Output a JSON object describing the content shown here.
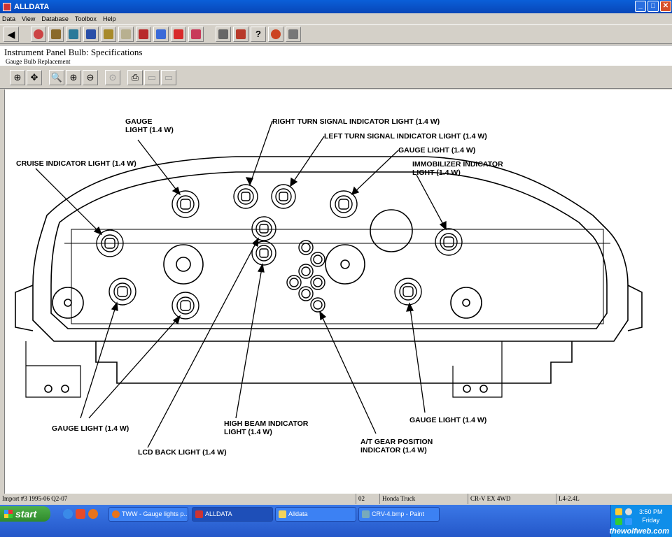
{
  "window": {
    "title": "ALLDATA",
    "min": "_",
    "max": "□",
    "close": "✕"
  },
  "menu": [
    "Data",
    "View",
    "Database",
    "Toolbox",
    "Help"
  ],
  "header": {
    "title": "Instrument Panel Bulb:  Specifications",
    "subtitle": "Gauge Bulb Replacement"
  },
  "toolbar_icons": [
    "back-arrow-icon",
    "vehicle-icon",
    "folder-icon",
    "search-icon",
    "tsb-icon",
    "wiring-icon",
    "notes-icon",
    "book-icon",
    "pencil-icon",
    "new-car-icon",
    "car-icon",
    "print-icon",
    "toolbox-icon",
    "help-icon",
    "settings-icon",
    "database-icon"
  ],
  "toolbar2_icons": [
    "zoom-in-icon",
    "pan-icon",
    "zoom-area-icon",
    "zoom-plus-icon",
    "zoom-minus-icon",
    "zoom-reset-icon",
    "print-icon",
    "prev-page-icon",
    "next-page-icon"
  ],
  "diagram": {
    "labels": {
      "gauge_top_1": "GAUGE",
      "gauge_top_2": "LIGHT (1.4 W)",
      "right_turn": "RIGHT TURN SIGNAL INDICATOR LIGHT (1.4 W)",
      "left_turn": "LEFT TURN SIGNAL INDICATOR LIGHT (1.4 W)",
      "gauge_right_top": "GAUGE LIGHT (1.4 W)",
      "cruise": "CRUISE INDICATOR LIGHT (1.4 W)",
      "immobilizer_1": "IMMOBILIZER INDICATOR",
      "immobilizer_2": "LIGHT (1.4 W)",
      "gauge_bottom_left": "GAUGE LIGHT (1.4 W)",
      "lcd": "LCD BACK LIGHT (1.4 W)",
      "high_beam_1": "HIGH BEAM INDICATOR",
      "high_beam_2": "LIGHT (1.4 W)",
      "at_gear_1": "A/T GEAR POSITION",
      "at_gear_2": "INDICATOR (1.4 W)",
      "gauge_bottom_right": "GAUGE LIGHT (1.4 W)"
    }
  },
  "status": {
    "import": "Import #3 1995-06 Q2-07",
    "code": "02",
    "make": "Honda Truck",
    "model": "CR-V EX 4WD",
    "engine": "L4-2.4L"
  },
  "taskbar": {
    "start": "start",
    "tasks": [
      {
        "label": "TWW - Gauge lights p...",
        "color": "#e8741c"
      },
      {
        "label": "ALLDATA",
        "color": "#c33"
      },
      {
        "label": "Alldata",
        "color": "#f3d35c"
      },
      {
        "label": "CRV-4.bmp - Paint",
        "color": "#7ab"
      }
    ],
    "time": "3:50 PM",
    "day": "Friday",
    "watermark": "thewolfweb.com"
  }
}
